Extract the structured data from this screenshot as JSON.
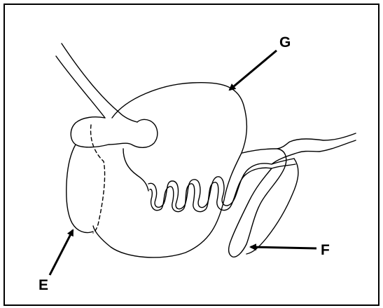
{
  "labels": {
    "e": "E",
    "f": "F",
    "g": "G"
  },
  "colors": {
    "ink": "#000000",
    "background": "#ffffff"
  }
}
